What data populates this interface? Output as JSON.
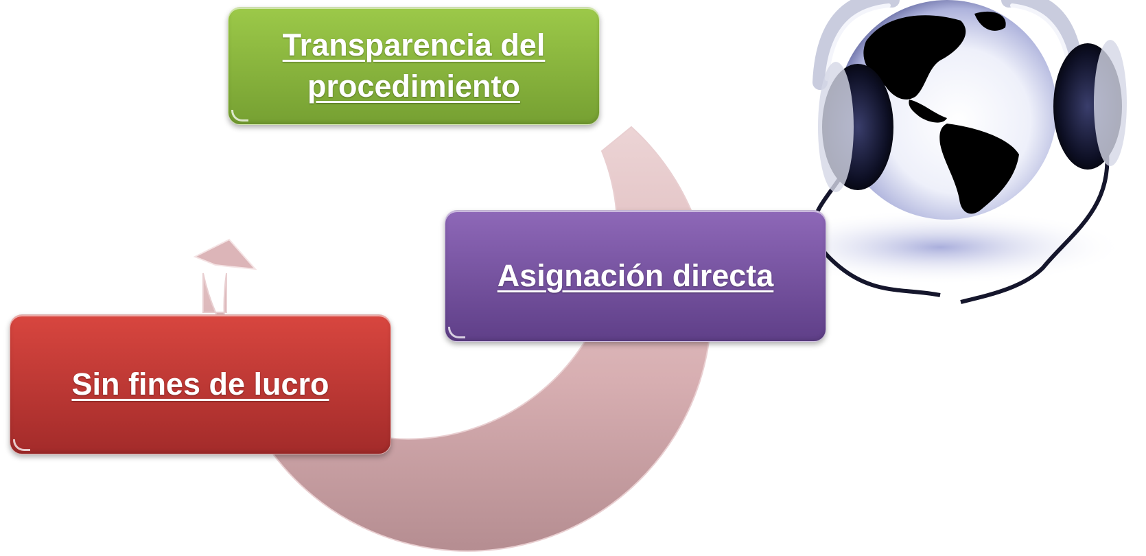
{
  "diagram": {
    "type": "cycle",
    "nodes": [
      {
        "id": "transparency",
        "label": "Transparencia del procedimiento",
        "color_top": "#9cc949",
        "color_bottom": "#76a032"
      },
      {
        "id": "direct-assignment",
        "label": "Asignación directa",
        "color_top": "#8e68b8",
        "color_bottom": "#5f3f88"
      },
      {
        "id": "non-profit",
        "label": "Sin fines de lucro",
        "color_top": "#d8463f",
        "color_bottom": "#a32b2a"
      }
    ],
    "cycle_arrow": {
      "color": "#d9b0b2",
      "shade": "#b98f93",
      "direction": "clockwise"
    },
    "illustration": {
      "icon": "globe-with-headphones-icon"
    }
  }
}
